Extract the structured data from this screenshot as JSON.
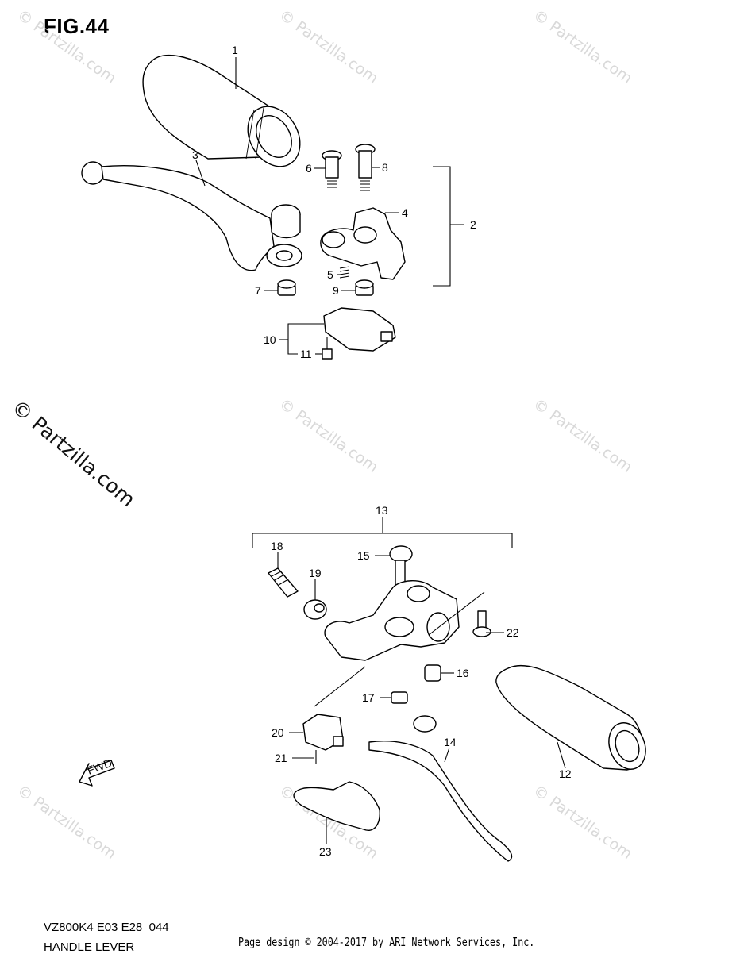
{
  "figure": {
    "title": "FIG.44",
    "model_code": "VZ800K4 E03 E28_044",
    "section_name": "HANDLE LEVER",
    "credit": "Page design © 2004-2017 by ARI Network Services, Inc."
  },
  "watermark": {
    "small_text": "© Partzilla.com",
    "large_text": "© Partzilla.com"
  },
  "fwd_label": "FWD",
  "callouts": [
    "1",
    "2",
    "3",
    "4",
    "5",
    "6",
    "7",
    "8",
    "9",
    "10",
    "11",
    "12",
    "13",
    "14",
    "15",
    "16",
    "17",
    "18",
    "19",
    "20",
    "21",
    "22",
    "23"
  ],
  "colors": {
    "line": "#000000",
    "watermark": "#d9d9d9",
    "background": "#ffffff"
  }
}
